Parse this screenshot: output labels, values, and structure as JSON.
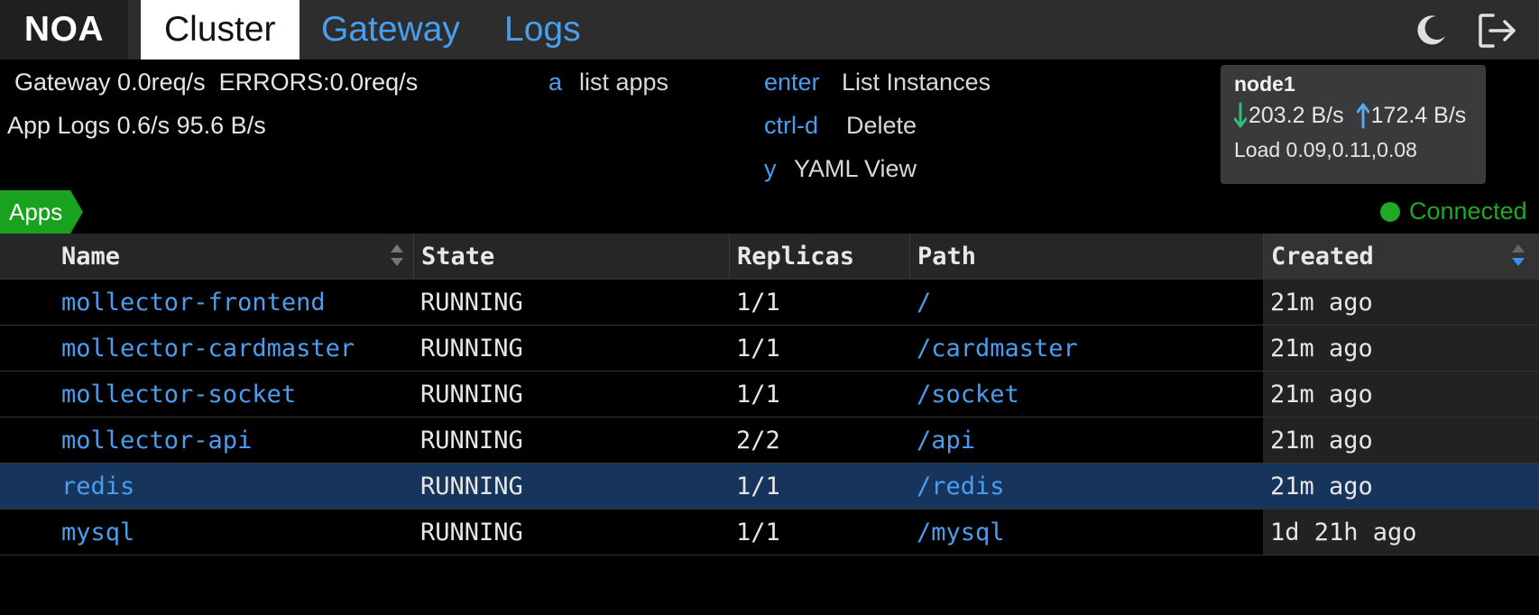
{
  "brand": "NOA",
  "tabs": [
    "Cluster",
    "Gateway",
    "Logs"
  ],
  "icons": {
    "theme": "moon-icon",
    "logout": "logout-icon"
  },
  "stats": {
    "gateway": "Gateway 0.0req/s  ERRORS:0.0req/s",
    "app_logs": "App Logs 0.6/s 95.6 B/s"
  },
  "shortcuts": [
    {
      "key": "a",
      "label": "list apps"
    },
    {
      "key": "enter",
      "label": "List Instances"
    },
    {
      "key": "ctrl-d",
      "label": "Delete"
    },
    {
      "key": "y",
      "label": "YAML View"
    }
  ],
  "node": {
    "name": "node1",
    "down": "203.2 B/s",
    "up": "172.4 B/s",
    "load": "Load 0.09,0.11,0.08"
  },
  "section": {
    "label": "Apps",
    "status": "Connected"
  },
  "colors": {
    "accent": "#4a9ef0",
    "connected": "#1fa924",
    "selected_row": "#17345c",
    "down_arrow": "#2fbf7a",
    "up_arrow": "#5aa9f0"
  },
  "table": {
    "columns": [
      "Name",
      "State",
      "Replicas",
      "Path",
      "Created"
    ],
    "sorted_by": "Created",
    "rows": [
      {
        "name": "mollector-frontend",
        "state": "RUNNING",
        "replicas": "1/1",
        "path": "/",
        "created": "21m ago",
        "selected": false
      },
      {
        "name": "mollector-cardmaster",
        "state": "RUNNING",
        "replicas": "1/1",
        "path": "/cardmaster",
        "created": "21m ago",
        "selected": false
      },
      {
        "name": "mollector-socket",
        "state": "RUNNING",
        "replicas": "1/1",
        "path": "/socket",
        "created": "21m ago",
        "selected": false
      },
      {
        "name": "mollector-api",
        "state": "RUNNING",
        "replicas": "2/2",
        "path": "/api",
        "created": "21m ago",
        "selected": false
      },
      {
        "name": "redis",
        "state": "RUNNING",
        "replicas": "1/1",
        "path": "/redis",
        "created": "21m ago",
        "selected": true
      },
      {
        "name": "mysql",
        "state": "RUNNING",
        "replicas": "1/1",
        "path": "/mysql",
        "created": "1d 21h ago",
        "selected": false
      }
    ]
  }
}
